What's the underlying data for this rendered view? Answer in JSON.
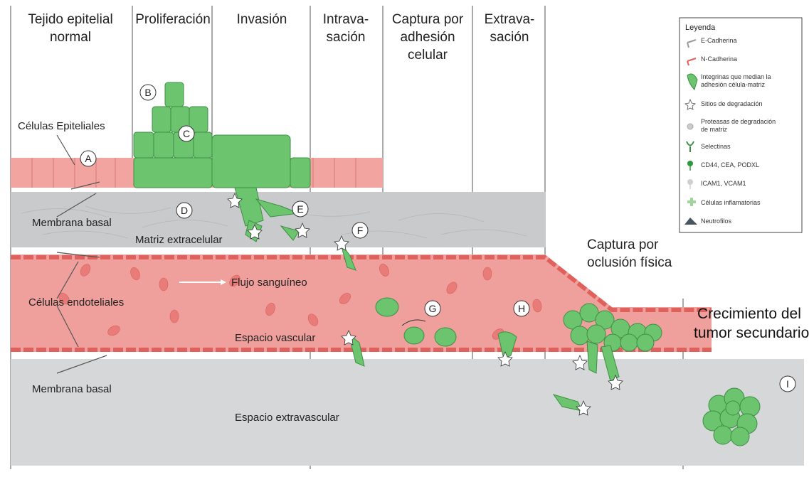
{
  "columns": [
    {
      "line1": "Tejido epitelial",
      "line2": "normal"
    },
    {
      "line1": "Proliferación",
      "line2": ""
    },
    {
      "line1": "Invasión",
      "line2": ""
    },
    {
      "line1": "Intrava-",
      "line2": "sación"
    },
    {
      "line1": "Captura por",
      "line2": "adhesión",
      "line3": "celular"
    },
    {
      "line1": "Extrava-",
      "line2": "sación"
    }
  ],
  "labels": {
    "epithelial_cells": "Células Epiteliales",
    "basal_membrane_top": "Membrana basal",
    "extracellular_matrix": "Matriz extracelular",
    "endothelial_cells": "Células endoteliales",
    "blood_flow": "Flujo sanguíneo",
    "vascular_space": "Espacio  vascular",
    "basal_membrane_bottom": "Membrana basal",
    "extravascular_space": "Espacio extravascular",
    "physical_occlusion_1": "Captura por",
    "physical_occlusion_2": "oclusión física",
    "secondary_tumor_1": "Crecimiento del",
    "secondary_tumor_2": "tumor secundario"
  },
  "markers": {
    "A": "A",
    "B": "B",
    "C": "C",
    "D": "D",
    "E": "E",
    "F": "F",
    "G": "G",
    "H": "H",
    "I": "I"
  },
  "legend": {
    "title": "Leyenda",
    "items": [
      {
        "name": "ecadherin",
        "label": "E-Cadherina"
      },
      {
        "name": "ncadherin",
        "label": "N-Cadherina"
      },
      {
        "name": "integrins",
        "label1": "Integrinas que median la",
        "label2": "adhesión célula-matriz"
      },
      {
        "name": "degradation",
        "label": "Sitios de degradación"
      },
      {
        "name": "proteases",
        "label1": "Proteasas de degradación",
        "label2": "de matriz"
      },
      {
        "name": "selectins",
        "label": "Selectinas"
      },
      {
        "name": "cd44",
        "label": "CD44, CEA, PODXL"
      },
      {
        "name": "icam",
        "label": "ICAM1, VCAM1"
      },
      {
        "name": "inflammatory",
        "label": "Células inflamatorias"
      },
      {
        "name": "neutrophils",
        "label": "Neutrofilos"
      }
    ]
  },
  "colors": {
    "epithelium": "#f2a4a0",
    "vessel": "#f0a09c",
    "vessel_wall": "#e0605c",
    "matrix": "#c9cacb",
    "extravascular": "#d6d7d8",
    "tumor": "#6cc46e",
    "tumor_dark": "#3d8f45"
  }
}
